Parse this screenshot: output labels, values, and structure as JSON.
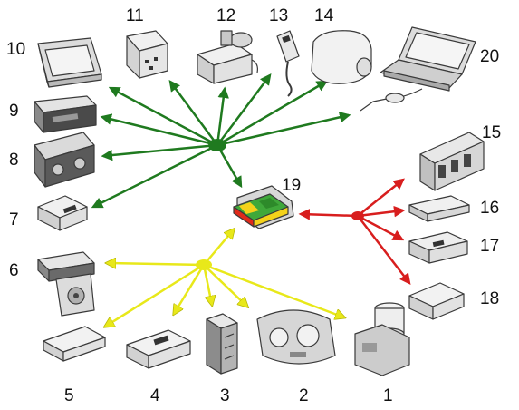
{
  "labels": [
    "1",
    "2",
    "3",
    "4",
    "5",
    "6",
    "7",
    "8",
    "9",
    "10",
    "11",
    "12",
    "13",
    "14",
    "15",
    "16",
    "17",
    "18",
    "19",
    "20"
  ],
  "colors": {
    "green_arrows": "#1f7a1f",
    "yellow_arrows": "#e8e81a",
    "red_arrows": "#d81e1e",
    "hub_red": "#e02a1a",
    "hub_yellow": "#f4d21a",
    "hub_green": "#3fa83a",
    "device_fill": "#e9e9e9",
    "device_stroke": "#3a3a3a"
  },
  "icons": [
    "air-dryer-unit-icon",
    "instrument-cluster-icon",
    "control-board-icon",
    "control-module-icon",
    "control-module-icon",
    "tachograph-icon",
    "control-module-icon",
    "climate-control-panel-icon",
    "radio-unit-icon",
    "display-monitor-icon",
    "relay-box-icon",
    "compressor-unit-icon",
    "hand-remote-icon",
    "fluid-tank-icon",
    "engine-ecu-icon",
    "control-module-icon",
    "control-module-icon",
    "control-module-icon",
    "central-gateway-icon",
    "laptop-diagnostic-icon"
  ]
}
